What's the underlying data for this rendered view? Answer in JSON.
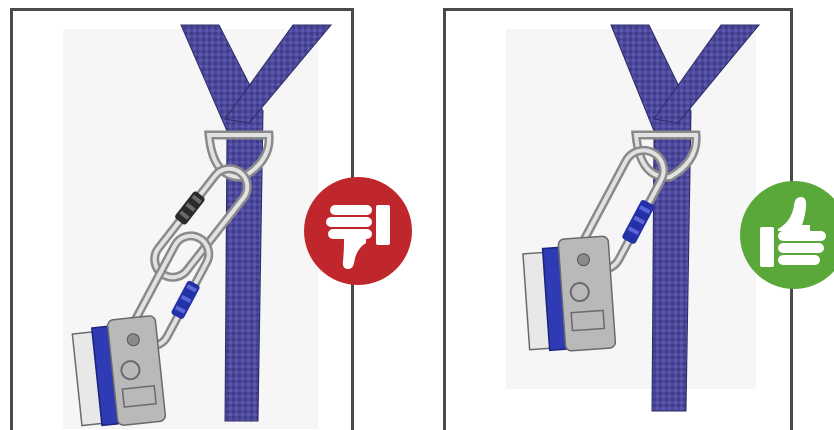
{
  "figure": {
    "panels": [
      {
        "verdict": "incorrect",
        "icon": "thumbs-down-icon",
        "badge_color": "#c0272d",
        "connectors": 2
      },
      {
        "verdict": "correct",
        "icon": "thumbs-up-icon",
        "badge_color": "#5aa839",
        "connectors": 1
      }
    ],
    "colors": {
      "webbing": "#4d4a9e",
      "frame": "#4a4a4a",
      "device_stripe": "#2e3bb5",
      "metal": "#b9b9b9"
    }
  }
}
